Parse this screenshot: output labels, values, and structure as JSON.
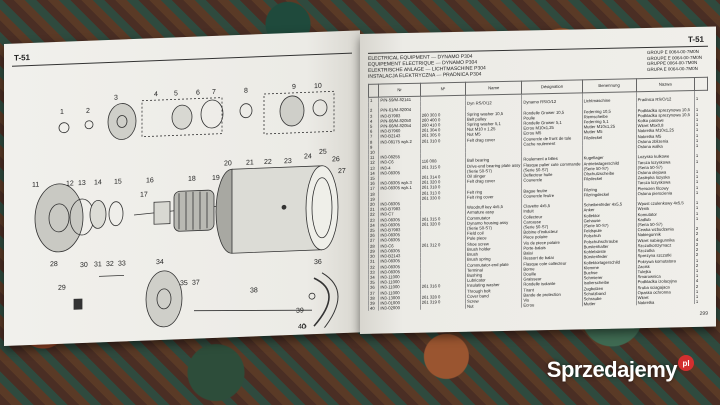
{
  "left_page": {
    "code": "T-51",
    "part_numbers": [
      "1",
      "2",
      "3",
      "4",
      "5",
      "6",
      "7",
      "8",
      "9",
      "10",
      "11",
      "12",
      "13",
      "14",
      "15",
      "16",
      "17",
      "18",
      "19",
      "20",
      "21",
      "22",
      "23",
      "24",
      "25",
      "26",
      "27",
      "28",
      "29",
      "30",
      "31",
      "32",
      "33",
      "34",
      "35",
      "36",
      "37",
      "38",
      "39",
      "40"
    ]
  },
  "right_page": {
    "code": "T-51",
    "titles": [
      "ELECTRICAL EQUIPMENT — DYNAMO P304",
      "EQUIPEMENT ELECTRIQUE — DYNAMO P304",
      "ELEKTRISCHE ANLAGE — LICHTMASCHINE P304",
      "INSTALACJA ELEKTRYCZNA — PRADNICA P304"
    ],
    "groups": [
      "GROUP E  0064-00-7M0N",
      "GROUPE E 0064-00-7M0N",
      "GRUPPE  0064-00-7M0N",
      "GRUPA E 0064-00-7M0N"
    ],
    "columns": [
      "",
      "Nr",
      "Nº",
      "Name",
      "Désignation",
      "Benennung",
      "Nazwa",
      ""
    ],
    "rows": [
      [
        "1",
        "P/N-59/M-82141",
        "",
        "",
        "",
        "",
        "",
        ""
      ],
      [
        "",
        "",
        "",
        "Dyn RS/O/12",
        "Dynamo RS/O/12",
        "Lichtmaschine",
        "Pradnica RS/O/12",
        "1"
      ],
      [
        "2",
        "P/N-61/M-82004",
        "",
        "",
        "",
        "",
        "",
        ""
      ],
      [
        "3",
        "IN3-B7983",
        "260 303 0",
        "Spring washer 10,5",
        "Rondelle Grower 10,5",
        "Federring 10,5",
        "Podkladka sprezynowa 10,5",
        "1"
      ],
      [
        "4",
        "P/N-66/M-82050",
        "260 400 0",
        "Belt pulley",
        "Poulie",
        "Riemscheibe",
        "Podkladka sprezynowa 10,5",
        "1"
      ],
      [
        "5",
        "P/N-66/M-82054",
        "260 410 0",
        "Spring washer 5,1",
        "Rondelle Grower 5,1",
        "Federring 5,1",
        "Kolko pasowe",
        "1"
      ],
      [
        "6",
        "IN3-B7960",
        "261 304 0",
        "Nut M10 x 1,25",
        "Ecrou M10x1,25",
        "Mutter M10x1,25",
        "Wkret M5x0,8",
        "1"
      ],
      [
        "7",
        "IN3-B2143",
        "261 305 0",
        "Nut M5",
        "Ecrou M5",
        "Mutter M5",
        "Nakretka M10x1,25",
        "1"
      ],
      [
        "8",
        "IN3-08175 wyk.2",
        "261 310 0",
        "Felt drag cover",
        "Couvercle de front de tole",
        "Filzdeckel",
        "Nakretka M5",
        "1"
      ],
      [
        "9",
        "",
        "",
        "",
        "Cache roulement",
        "",
        "Oslona zblizenia",
        "1"
      ],
      [
        "10",
        "",
        "",
        "",
        "",
        "",
        "Oslona walka",
        "1"
      ],
      [
        "11",
        "IN3-08255",
        "",
        "",
        "",
        "",
        "",
        ""
      ],
      [
        "12",
        "IN3-C6",
        "116 008",
        "Ball bearing",
        "Roulement a billes",
        "Kugellager",
        "Lozysko kulkowe",
        "1"
      ],
      [
        "13",
        "IN3-4",
        "261 315 0",
        "Drive-end bearing plate assy",
        "Flasque palier cote commande",
        "Antriebslagerschild",
        "Tarcza lozyskowa",
        "1"
      ],
      [
        "14",
        "IN3-08305",
        "",
        "(Serie 50-S7)",
        "(Serie 50-S7)",
        "(Serie 50-S7)",
        "(Seria 50-S7)",
        ""
      ],
      [
        "15",
        "",
        "261 314 0",
        "Oil slinger",
        "Deflecteur huile",
        "Olschutzscheibe",
        "Oslona olejowa",
        "1"
      ],
      [
        "16",
        "IN3-08305 wyk.3",
        "261 320 0",
        "Felt drag cover",
        "Couvercle",
        "Filzdeckel",
        "Zaslepka lozyska",
        "1"
      ],
      [
        "17",
        "IN3-08305 wyk.1",
        "261 318 0",
        "",
        "",
        "",
        "Tarcza lozyskowa",
        "1"
      ],
      [
        "18",
        "",
        "261 313 0",
        "Felt ring",
        "Bague feutre",
        "Filzring",
        "Pierscien filcowy",
        "1"
      ],
      [
        "19",
        "",
        "261 330 0",
        "Felt ring cover",
        "Couvercle feutre",
        "Filzringdeckel",
        "Oslona pierscienia",
        "1"
      ],
      [
        "20",
        "IN3-08305",
        "",
        "",
        "",
        "",
        "",
        ""
      ],
      [
        "21",
        "IN3-B7983",
        "",
        "Woodruff key 4x5,5",
        "Clavette 4x5,5",
        "Scheibenfeder 4x5,5",
        "Wpust czolenkowy 4x5,5",
        "1"
      ],
      [
        "22",
        "IN3-C7",
        "",
        "Armature assy",
        "Induit",
        "Anker",
        "Wirnik",
        "1"
      ],
      [
        "23",
        "IN3-08305",
        "261 315 0",
        "Commutator",
        "Collecteur",
        "Kollektor",
        "Komutator",
        "1"
      ],
      [
        "24",
        "IN3-08305",
        "261 320 0",
        "Dynamo housing assy",
        "Carcasse",
        "Gehause",
        "Kadlub",
        "1"
      ],
      [
        "25",
        "IN3-B7983",
        "",
        "(Serie 50-S7)",
        "(Serie 50-S7)",
        "(Serie 50-S7)",
        "(Seria 50-S7)",
        ""
      ],
      [
        "26",
        "IN3-08305",
        "",
        "Field coil",
        "Bobine d'inducteur",
        "Feldspule",
        "Cewka wzbudzenia",
        "2"
      ],
      [
        "27",
        "IN3-08305",
        "",
        "Pole piece",
        "Piece polaire",
        "Polschuh",
        "Nabiegunnik",
        "2"
      ],
      [
        "28",
        "IN3-C6",
        "261 312 0",
        "Shoe screw",
        "Vis de piece polaire",
        "Polschuhschraube",
        "Wkret nabiegunnika",
        "4"
      ],
      [
        "29",
        "IN3-08305",
        "",
        "Brush holder",
        "Porte-balais",
        "Burstenhalter",
        "Szczotkotrzymacz",
        "2"
      ],
      [
        "30",
        "IN3-B2143",
        "",
        "Brush",
        "Balai",
        "Kohlebürste",
        "Szczotka",
        "2"
      ],
      [
        "31",
        "IN3-08305",
        "",
        "Brush spring",
        "Ressort de balai",
        "Bürstenfeder",
        "Sprezyna szczotki",
        "2"
      ],
      [
        "32",
        "IN3-08305",
        "",
        "Commutator-end plate",
        "Flasque cote collecteur",
        "Kollektorlagerschild",
        "Pokrywa komutatora",
        "1"
      ],
      [
        "33",
        "IN3-08305",
        "",
        "Terminal",
        "Borne",
        "Klemme",
        "Zacisk",
        "2"
      ],
      [
        "34",
        "IN3-11000",
        "",
        "Bushing",
        "Douille",
        "Buchse",
        "Tulejka",
        "1"
      ],
      [
        "35",
        "IN3-11000",
        "",
        "Lubricator",
        "Graisseur",
        "Schmierer",
        "Smarownica",
        "1"
      ],
      [
        "36",
        "IN3-11000",
        "261 316 0",
        "Insulating washer",
        "Rondelle isolante",
        "Isolierscheibe",
        "Podkladka izolacyjna",
        "4"
      ],
      [
        "37",
        "IN3-11000",
        "",
        "Through bolt",
        "Tirant",
        "Zugbolzen",
        "Sruba sciagajaca",
        "2"
      ],
      [
        "38",
        "IN3-13000",
        "261 328 0",
        "Cover band",
        "Bande de protection",
        "Schutzband",
        "Opaska ochronna",
        "1"
      ],
      [
        "39",
        "IN3-01000",
        "261 319 0",
        "Screw",
        "Vis",
        "Schraube",
        "Wkret",
        "1"
      ],
      [
        "40",
        "IN3-02000",
        "",
        "Nut",
        "Ecrou",
        "Mutter",
        "Nakretka",
        "1"
      ]
    ],
    "page_number": "299"
  },
  "watermark": {
    "text": "Sprzedajemy",
    "badge": "pl"
  }
}
